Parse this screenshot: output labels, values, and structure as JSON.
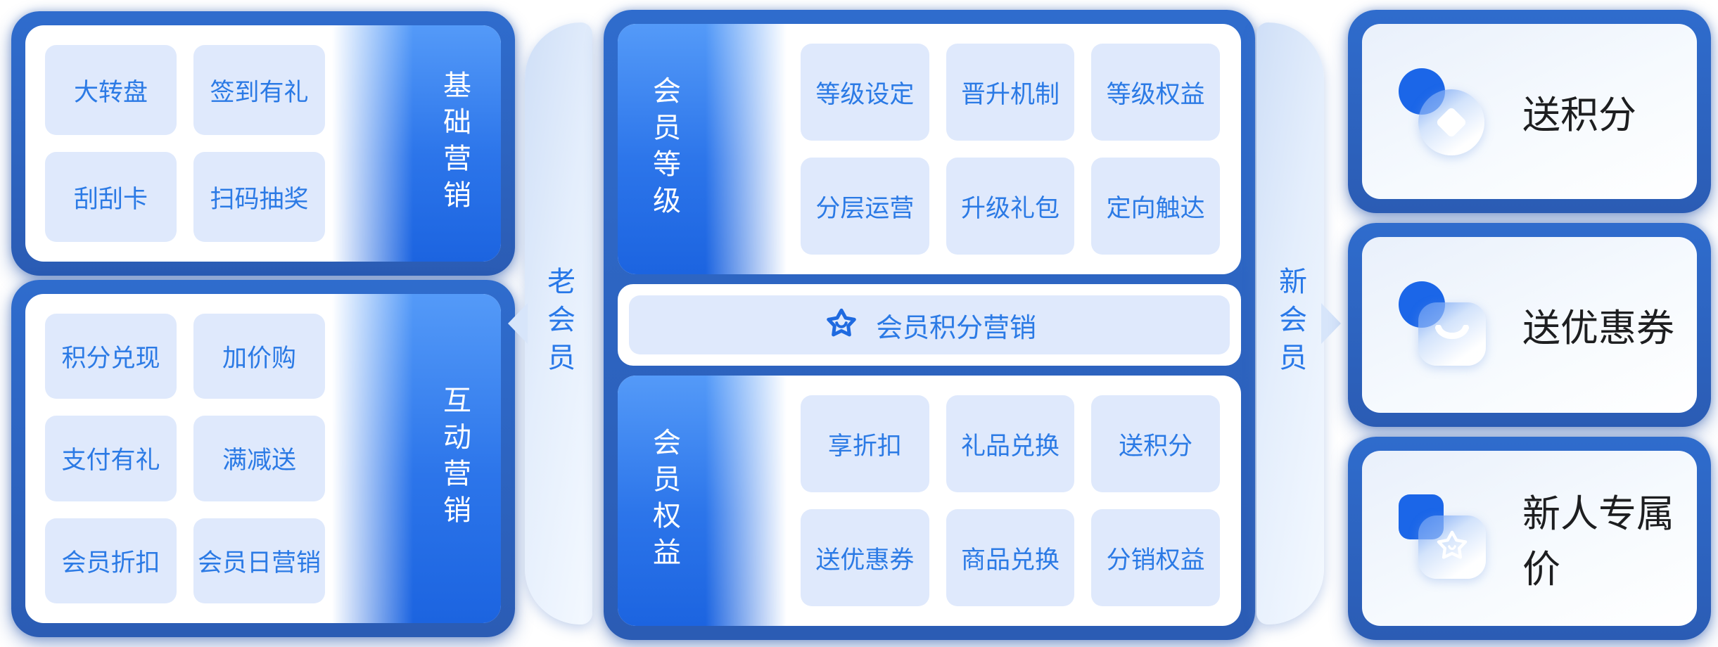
{
  "colors": {
    "panel_border_top": "#2f6ccd",
    "panel_border_bottom": "#2b5cb4",
    "strip_blue_top": "#549af8",
    "strip_blue_bottom": "#1c64e0",
    "chip_bg": "#dfe9fc",
    "chip_text": "#2b7ae5",
    "band_bg": "#dfeafb",
    "band_text": "#2878e8",
    "icon_blue": "#1b66e8",
    "right_card_text": "#1d1e20"
  },
  "left_panels": [
    {
      "label": "基础营销",
      "buttons": [
        "大转盘",
        "签到有礼",
        "刮刮卡",
        "扫码抽奖"
      ]
    },
    {
      "label": "互动营销",
      "buttons": [
        "积分兑现",
        "加价购",
        "支付有礼",
        "满减送",
        "会员折扣",
        "会员日营销"
      ]
    }
  ],
  "connectors": {
    "left": {
      "label": "老会员"
    },
    "right": {
      "label": "新会员"
    }
  },
  "center_panel": {
    "top_card": {
      "label": "会员等级",
      "buttons": [
        "等级设定",
        "晋升机制",
        "等级权益",
        "分层运营",
        "升级礼包",
        "定向触达"
      ]
    },
    "middle_bar": {
      "icon": "star-smile-icon",
      "text": "会员积分营销"
    },
    "bottom_card": {
      "label": "会员权益",
      "buttons": [
        "享折扣",
        "礼品兑换",
        "送积分",
        "送优惠券",
        "商品兑换",
        "分销权益"
      ]
    }
  },
  "right_cards": [
    {
      "icon": "coin-points-icon",
      "text": "送积分"
    },
    {
      "icon": "coupon-smile-icon",
      "text": "送优惠券"
    },
    {
      "icon": "newbie-star-icon",
      "text": "新人专属价"
    }
  ]
}
